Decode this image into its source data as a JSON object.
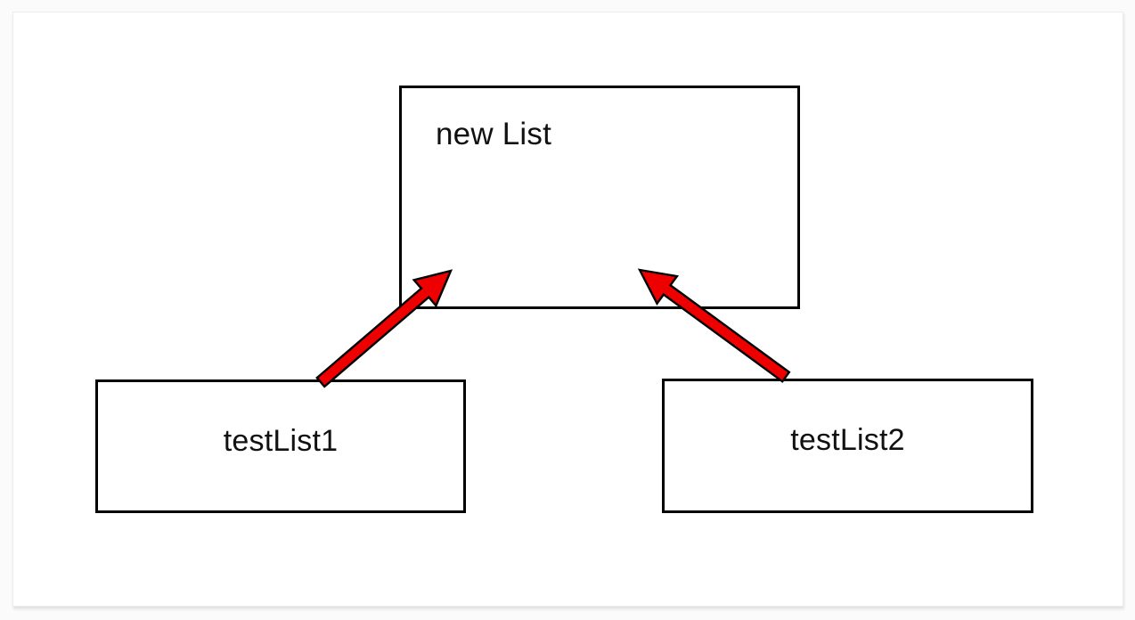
{
  "diagram": {
    "nodes": [
      {
        "id": "new-list",
        "label": "new List"
      },
      {
        "id": "test-list-1",
        "label": "testList1"
      },
      {
        "id": "test-list-2",
        "label": "testList2"
      }
    ],
    "edges": [
      {
        "from": "testList1",
        "to": "new List"
      },
      {
        "from": "testList2",
        "to": "new List"
      }
    ]
  },
  "colors": {
    "arrow_fill": "#ee0000",
    "arrow_outline": "#000000",
    "node_border": "#000000",
    "node_fill": "#ffffff",
    "label_text": "#111111",
    "canvas_bg": "#ffffff",
    "backdrop_bg": "#fbfbfb"
  }
}
